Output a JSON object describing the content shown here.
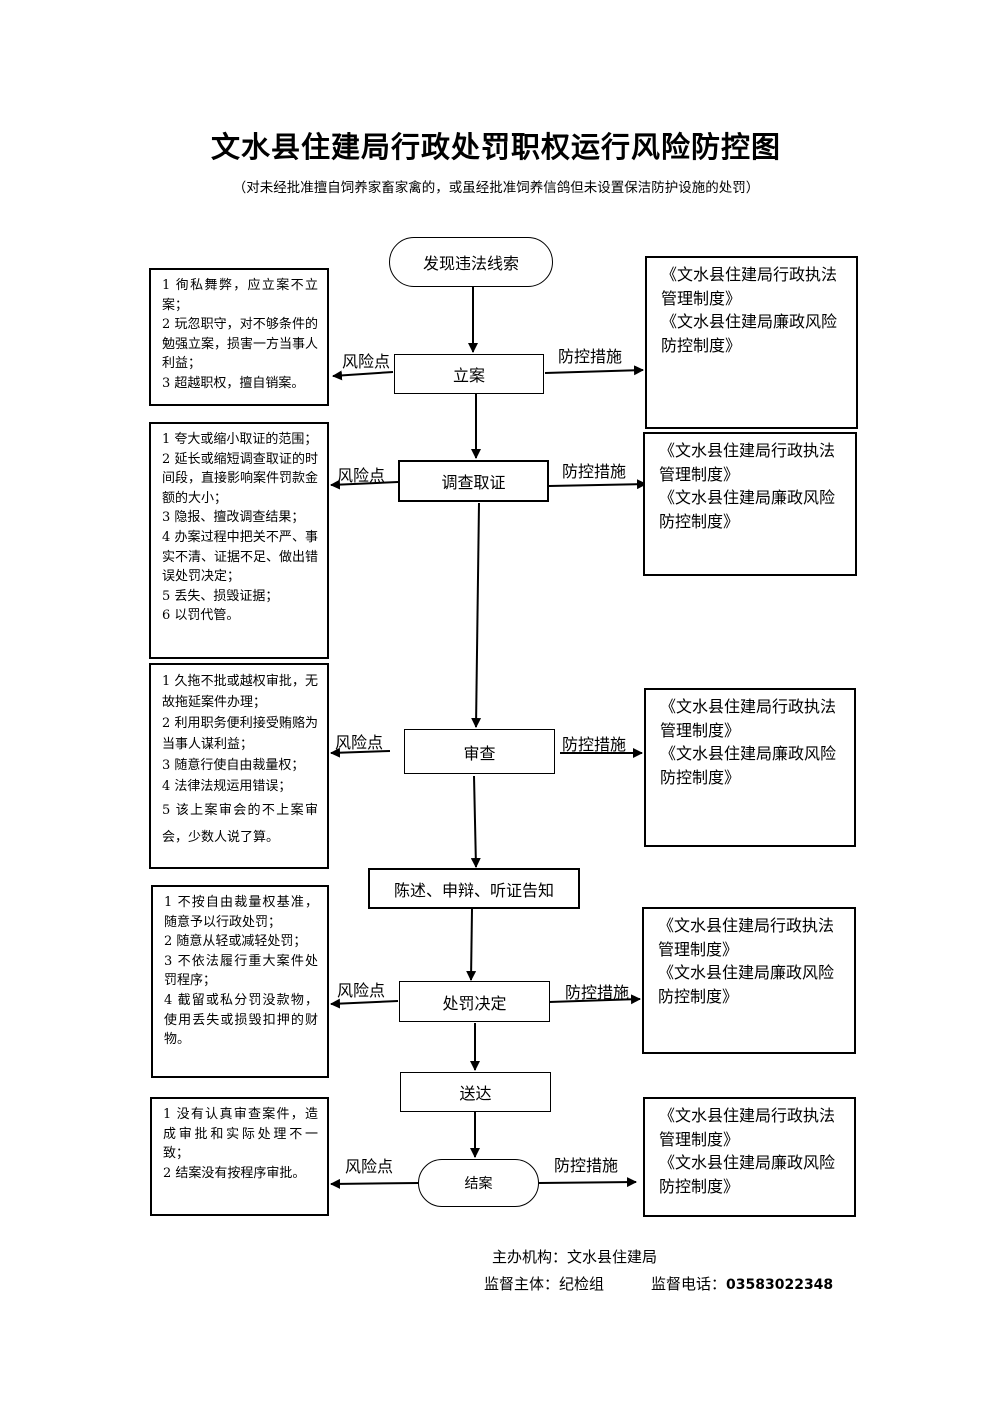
{
  "title": "文水县住建局行政处罚职权运行风险防控图",
  "subtitle": "（对未经批准擅自饲养家畜家禽的，或虽经批准饲养信鸽但未设置保洁防护设施的处罚）",
  "labels": {
    "risk": "风险点",
    "control": "防控措施"
  },
  "flow": {
    "start": "发现违法线索",
    "step1": "立案",
    "step2": "调查取证",
    "step3": "审查",
    "step4": "陈述、申辩、听证告知",
    "step5": "处罚决定",
    "step6": "送达",
    "end": "结案"
  },
  "risks": [
    [
      "1 徇私舞弊，应立案不立案；",
      "2 玩忽职守，对不够条件的勉强立案，损害一方当事人利益；",
      "3 超越职权，擅自销案。"
    ],
    [
      "1 夸大或缩小取证的范围；",
      "2 延长或缩短调查取证的时间段，直接影响案件罚款金额的大小；",
      "3 隐报、擅改调查结果；",
      "4 办案过程中把关不严、事实不清、证据不足、做出错误处罚决定；",
      "5 丢失、损毁证据；",
      "6 以罚代管。"
    ],
    [
      "1 久拖不批或越权审批，无故拖延案件办理；",
      "2 利用职务便利接受贿赂为当事人谋利益；",
      "3 随意行使自由裁量权；",
      "4 法律法规运用错误；",
      "5 该上案审会的不上案审会，少数人说了算。"
    ],
    [
      "1 不按自由裁量权基准，随意予以行政处罚；",
      "2 随意从轻或减轻处罚；",
      "3 不依法履行重大案件处罚程序；",
      "4 截留或私分罚没款物，使用丢失或损毁扣押的财物。"
    ],
    [
      "1 没有认真审查案件，造成审批和实际处理不一致；",
      "2 结案没有按程序审批。"
    ]
  ],
  "controls": [
    "《文水县住建局行政执法管理制度》",
    "《文水县住建局廉政风险防控制度》"
  ],
  "footer": {
    "organizer": "主办机构：文水县住建局",
    "supervisor": "监督主体：纪检组",
    "phone_label": "监督电话：",
    "phone": "03583022348"
  }
}
